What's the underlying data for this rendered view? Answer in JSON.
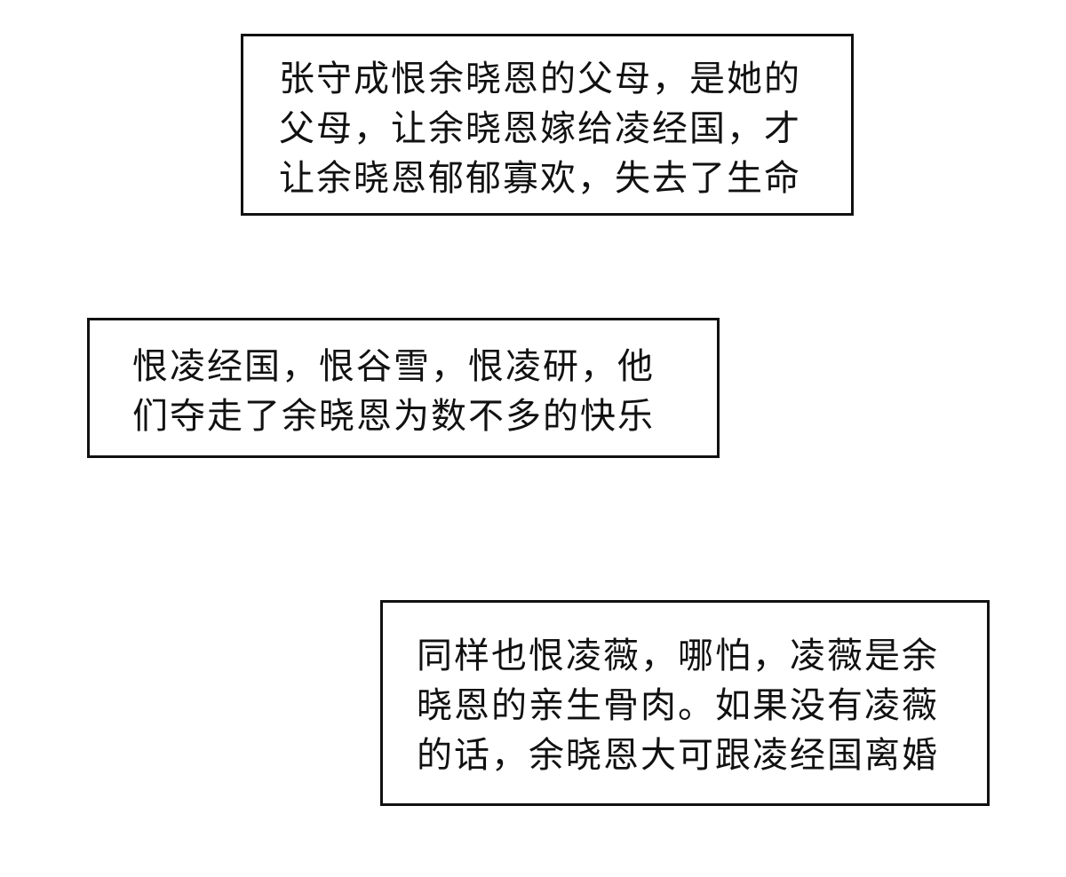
{
  "captions": [
    {
      "lines": [
        "张守成恨余晓恩的父母，是她的",
        "父母，让余晓恩嫁给凌经国，才",
        "让余晓恩郁郁寡欢，失去了生命"
      ]
    },
    {
      "lines": [
        "恨凌经国，恨谷雪，恨凌研，他",
        "们夺走了余晓恩为数不多的快乐"
      ]
    },
    {
      "lines": [
        "同样也恨凌薇，哪怕，凌薇是余",
        "晓恩的亲生骨肉。如果没有凌薇",
        "的话，余晓恩大可跟凌经国离婚"
      ]
    }
  ],
  "colors": {
    "background": "#ffffff",
    "text": "#111111",
    "border": "#111111"
  }
}
